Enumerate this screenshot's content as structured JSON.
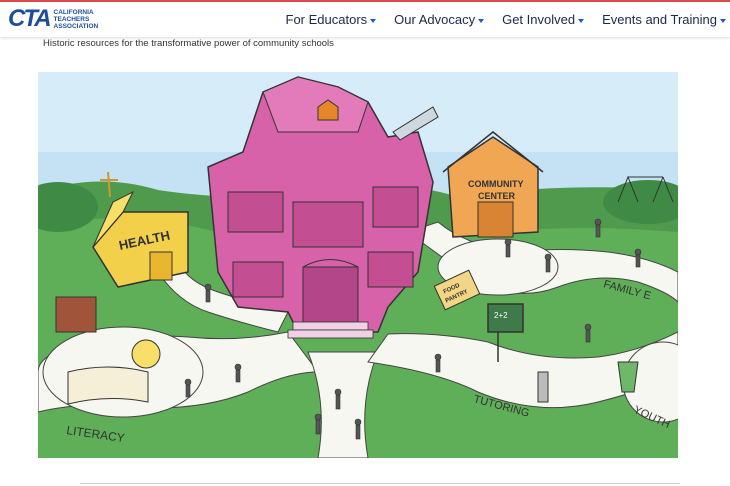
{
  "header": {
    "logo": {
      "mark": "CTA",
      "text_lines": [
        "California",
        "Teachers",
        "Association"
      ]
    },
    "nav": [
      {
        "label": "For Educators",
        "icon": "chevron-down-icon"
      },
      {
        "label": "Our Advocacy",
        "icon": "chevron-down-icon"
      },
      {
        "label": "Get Involved",
        "icon": "chevron-down-icon"
      },
      {
        "label": "Events and Training",
        "icon": "chevron-down-icon"
      }
    ]
  },
  "page": {
    "subtitle": "Historic resources for the transformative power of community schools"
  },
  "illustration": {
    "alt": "Community schools illustration",
    "labels": {
      "health": "HEALTH",
      "community_center_1": "COMMUNITY",
      "community_center_2": "CENTER",
      "food_pantry_1": "FOOD",
      "food_pantry_2": "PANTRY",
      "chalkboard": "2+2",
      "family": "FAMILY E",
      "literacy": "LITERACY",
      "tutoring": "TUTORING",
      "youth": "YOUTH"
    },
    "colors": {
      "sky": "#bfe0f2",
      "grass": "#5aa355",
      "grass_dark": "#3f8a45",
      "path": "#f7f7f2",
      "school": "#d75fa8",
      "school_dark": "#b24688",
      "health": "#f2d04a",
      "community": "#f0a653"
    }
  }
}
